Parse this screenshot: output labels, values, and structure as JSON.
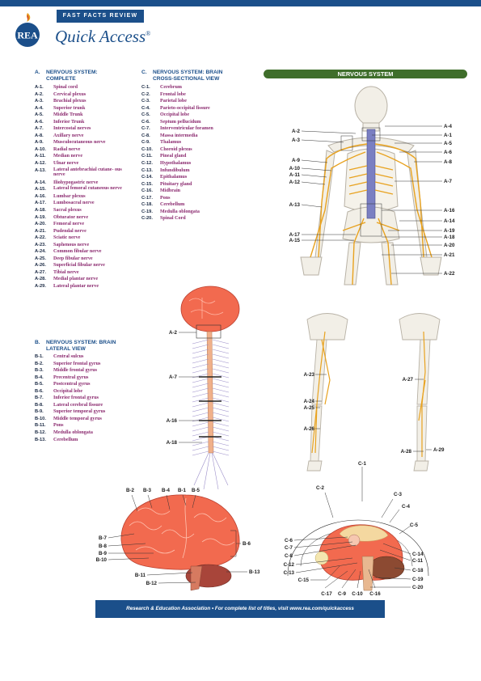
{
  "header": {
    "series_label": "FAST FACTS REVIEW",
    "brand_title": "Quick Access",
    "brand_mark": "®",
    "logo_text": "REA"
  },
  "section_a": {
    "letter": "A.",
    "title": "NERVOUS SYSTEM: COMPLETE",
    "items": [
      {
        "code": "A-1.",
        "label": "Spinal cord"
      },
      {
        "code": "A-2.",
        "label": "Cervical plexus"
      },
      {
        "code": "A-3.",
        "label": "Brachial plexus"
      },
      {
        "code": "A-4.",
        "label": "Superior trunk"
      },
      {
        "code": "A-5.",
        "label": "Middle Trunk"
      },
      {
        "code": "A-6.",
        "label": "Inferior Trunk"
      },
      {
        "code": "A-7.",
        "label": "Intercostal nerves"
      },
      {
        "code": "A-8.",
        "label": "Axillary nerve"
      },
      {
        "code": "A-9.",
        "label": "Musculocutaneous nerve"
      },
      {
        "code": "A-10.",
        "label": "Radial nerve"
      },
      {
        "code": "A-11.",
        "label": "Median nerve"
      },
      {
        "code": "A-12.",
        "label": "Ulnar nerve"
      },
      {
        "code": "A-13.",
        "label": "Lateral antebrachial cutane- ous nerve"
      },
      {
        "code": "A-14.",
        "label": "Iliohypogastric nerve"
      },
      {
        "code": "A-15.",
        "label": "Lateral femoral cutaneous nerve"
      },
      {
        "code": "A-16.",
        "label": "Lumbar plexus"
      },
      {
        "code": "A-17.",
        "label": "Lumbosacral nerve"
      },
      {
        "code": "A-18.",
        "label": "Sacral plexus"
      },
      {
        "code": "A-19.",
        "label": "Obturator nerve"
      },
      {
        "code": "A-20.",
        "label": "Femoral nerve"
      },
      {
        "code": "A-21.",
        "label": "Pudendal nerve"
      },
      {
        "code": "A-22.",
        "label": "Sciatic nerve"
      },
      {
        "code": "A-23.",
        "label": "Saphenous nerve"
      },
      {
        "code": "A-24.",
        "label": "Common fibular nerve"
      },
      {
        "code": "A-25.",
        "label": "Deep fibular nerve"
      },
      {
        "code": "A-26.",
        "label": "Superficial fibular nerve"
      },
      {
        "code": "A-27.",
        "label": "Tibial nerve"
      },
      {
        "code": "A-28.",
        "label": "Medial plantar nerve"
      },
      {
        "code": "A-29.",
        "label": "Lateral plantar nerve"
      }
    ]
  },
  "section_b": {
    "letter": "B.",
    "title": "NERVOUS SYSTEM: BRAIN LATERAL VIEW",
    "items": [
      {
        "code": "B-1.",
        "label": "Central sulcus"
      },
      {
        "code": "B-2.",
        "label": "Superior frontal gyrus"
      },
      {
        "code": "B-3.",
        "label": "Middle frontal gyrus"
      },
      {
        "code": "B-4.",
        "label": "Precentral gyrus"
      },
      {
        "code": "B-5.",
        "label": "Postcentral gyrus"
      },
      {
        "code": "B-6.",
        "label": "Occipital lobe"
      },
      {
        "code": "B-7.",
        "label": "Inferior frontal gyrus"
      },
      {
        "code": "B-8.",
        "label": "Lateral cerebral fissure"
      },
      {
        "code": "B-9.",
        "label": "Superior temporal gyrus"
      },
      {
        "code": "B-10.",
        "label": "Middle temporal gyrus"
      },
      {
        "code": "B-11.",
        "label": "Pons"
      },
      {
        "code": "B-12.",
        "label": "Medulla oblongata"
      },
      {
        "code": "B-13.",
        "label": "Cerebellum"
      }
    ]
  },
  "section_c": {
    "letter": "C.",
    "title": "NERVOUS SYSTEM: BRAIN CROSS-SECTIONAL VIEW",
    "items": [
      {
        "code": "C-1.",
        "label": "Cerebrum"
      },
      {
        "code": "C-2.",
        "label": "Frontal lobe"
      },
      {
        "code": "C-3.",
        "label": "Parietal lobe"
      },
      {
        "code": "C-4.",
        "label": "Parieto-occipital fissure"
      },
      {
        "code": "C-5.",
        "label": "Occipital lobe"
      },
      {
        "code": "C-6.",
        "label": "Septum pellucidum"
      },
      {
        "code": "C-7.",
        "label": "Interventricular foramen"
      },
      {
        "code": "C-8.",
        "label": "Massa intermedia"
      },
      {
        "code": "C-9.",
        "label": "Thalamus"
      },
      {
        "code": "C-10.",
        "label": "Choroid plexus"
      },
      {
        "code": "C-11.",
        "label": "Pineal gland"
      },
      {
        "code": "C-12.",
        "label": "Hypothalamus"
      },
      {
        "code": "C-13.",
        "label": "Infundibulum"
      },
      {
        "code": "C-14.",
        "label": "Epithalamus"
      },
      {
        "code": "C-15.",
        "label": "Pituitary gland"
      },
      {
        "code": "C-16.",
        "label": "Midbrain"
      },
      {
        "code": "C-17.",
        "label": "Pons"
      },
      {
        "code": "C-18.",
        "label": "Cerebellum"
      },
      {
        "code": "C-19.",
        "label": "Medulla oblongata"
      },
      {
        "code": "C-20.",
        "label": "Spinal Cord"
      }
    ]
  },
  "figure_title": "NERVOUS SYSTEM",
  "callouts": {
    "skeleton_left": [
      "A-2",
      "A-3",
      "A-9",
      "A-10",
      "A-11",
      "A-12",
      "A-13",
      "A-17",
      "A-15"
    ],
    "skeleton_right": [
      "A-4",
      "A-1",
      "A-5",
      "A-6",
      "A-8",
      "A-7",
      "A-16",
      "A-14",
      "A-19",
      "A-18",
      "A-20",
      "A-21",
      "A-22"
    ],
    "spine": [
      "A-2",
      "A-7",
      "A-16",
      "A-18"
    ],
    "leg_front": [
      "A-23",
      "A-24",
      "A-25",
      "A-26"
    ],
    "leg_back": [
      "A-27",
      "A-28",
      "A-29"
    ],
    "brain_lateral": [
      "B-2",
      "B-3",
      "B-4",
      "B-1",
      "B-5",
      "B-7",
      "B-8",
      "B-9",
      "B-10",
      "B-11",
      "B-12",
      "B-6",
      "B-13"
    ],
    "brain_cross": [
      "C-1",
      "C-2",
      "C-3",
      "C-4",
      "C-5",
      "C-6",
      "C-7",
      "C-8",
      "C-12",
      "C-13",
      "C-15",
      "C-17",
      "C-9",
      "C-10",
      "C-16",
      "C-14",
      "C-11",
      "C-18",
      "C-19",
      "C-20"
    ]
  },
  "footer": {
    "text": "Research & Education Association  •  For complete list of titles, visit www.rea.com/quickaccess"
  },
  "colors": {
    "brand_blue": "#1b4f8a",
    "label_purple": "#8b2a6f",
    "nerve_yellow": "#e8a21f",
    "header_green": "#3f6e2b"
  }
}
